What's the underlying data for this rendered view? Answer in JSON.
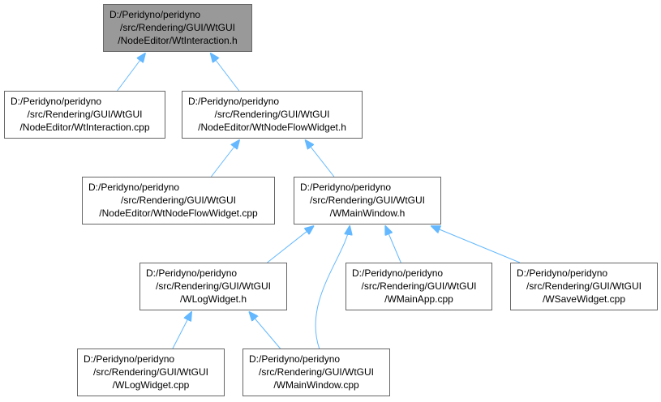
{
  "graph": {
    "nodes": [
      {
        "id": "n_interaction_h",
        "lines": [
          "D:/Peridyno/peridyno",
          "/src/Rendering/GUI/WtGUI",
          "/NodeEditor/WtInteraction.h"
        ],
        "focus": true
      },
      {
        "id": "n_interaction_cpp",
        "lines": [
          "D:/Peridyno/peridyno",
          "/src/Rendering/GUI/WtGUI",
          "/NodeEditor/WtInteraction.cpp"
        ]
      },
      {
        "id": "n_nodeflow_h",
        "lines": [
          "D:/Peridyno/peridyno",
          "/src/Rendering/GUI/WtGUI",
          "/NodeEditor/WtNodeFlowWidget.h"
        ]
      },
      {
        "id": "n_nodeflow_cpp",
        "lines": [
          "D:/Peridyno/peridyno",
          "/src/Rendering/GUI/WtGUI",
          "/NodeEditor/WtNodeFlowWidget.cpp"
        ]
      },
      {
        "id": "n_mainwindow_h",
        "lines": [
          "D:/Peridyno/peridyno",
          "/src/Rendering/GUI/WtGUI",
          "/WMainWindow.h"
        ]
      },
      {
        "id": "n_logwidget_h",
        "lines": [
          "D:/Peridyno/peridyno",
          "/src/Rendering/GUI/WtGUI",
          "/WLogWidget.h"
        ]
      },
      {
        "id": "n_mainapp_cpp",
        "lines": [
          "D:/Peridyno/peridyno",
          "/src/Rendering/GUI/WtGUI",
          "/WMainApp.cpp"
        ]
      },
      {
        "id": "n_savewidget_cpp",
        "lines": [
          "D:/Peridyno/peridyno",
          "/src/Rendering/GUI/WtGUI",
          "/WSaveWidget.cpp"
        ]
      },
      {
        "id": "n_logwidget_cpp",
        "lines": [
          "D:/Peridyno/peridyno",
          "/src/Rendering/GUI/WtGUI",
          "/WLogWidget.cpp"
        ]
      },
      {
        "id": "n_mainwindow_cpp",
        "lines": [
          "D:/Peridyno/peridyno",
          "/src/Rendering/GUI/WtGUI",
          "/WMainWindow.cpp"
        ]
      }
    ],
    "edges": [
      {
        "from": "n_interaction_cpp",
        "to": "n_interaction_h"
      },
      {
        "from": "n_nodeflow_h",
        "to": "n_interaction_h"
      },
      {
        "from": "n_nodeflow_cpp",
        "to": "n_nodeflow_h"
      },
      {
        "from": "n_mainwindow_h",
        "to": "n_nodeflow_h"
      },
      {
        "from": "n_logwidget_h",
        "to": "n_mainwindow_h"
      },
      {
        "from": "n_mainwindow_cpp",
        "to": "n_mainwindow_h"
      },
      {
        "from": "n_mainapp_cpp",
        "to": "n_mainwindow_h"
      },
      {
        "from": "n_savewidget_cpp",
        "to": "n_mainwindow_h"
      },
      {
        "from": "n_logwidget_cpp",
        "to": "n_logwidget_h"
      },
      {
        "from": "n_mainwindow_cpp",
        "to": "n_logwidget_h"
      }
    ],
    "colors": {
      "edge": "#63b8ff",
      "border": "#666666",
      "focus_fill": "#999999",
      "node_fill": "#ffffff",
      "text": "#000000"
    }
  }
}
